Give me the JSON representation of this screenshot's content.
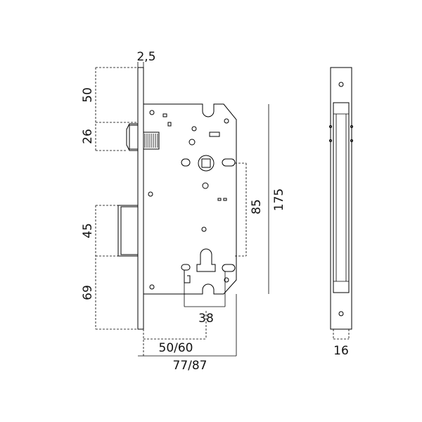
{
  "dimensions": {
    "faceplate_thickness": "2,5",
    "top_to_latch": "50",
    "latch_height": "26",
    "deadbolt_height": "45",
    "bottom_to_deadbolt": "69",
    "handle_to_cylinder": "85",
    "body_height": "175",
    "cylinder_offset": "38",
    "backset": "50/60",
    "body_depth": "77/87",
    "faceplate_width": "16"
  }
}
